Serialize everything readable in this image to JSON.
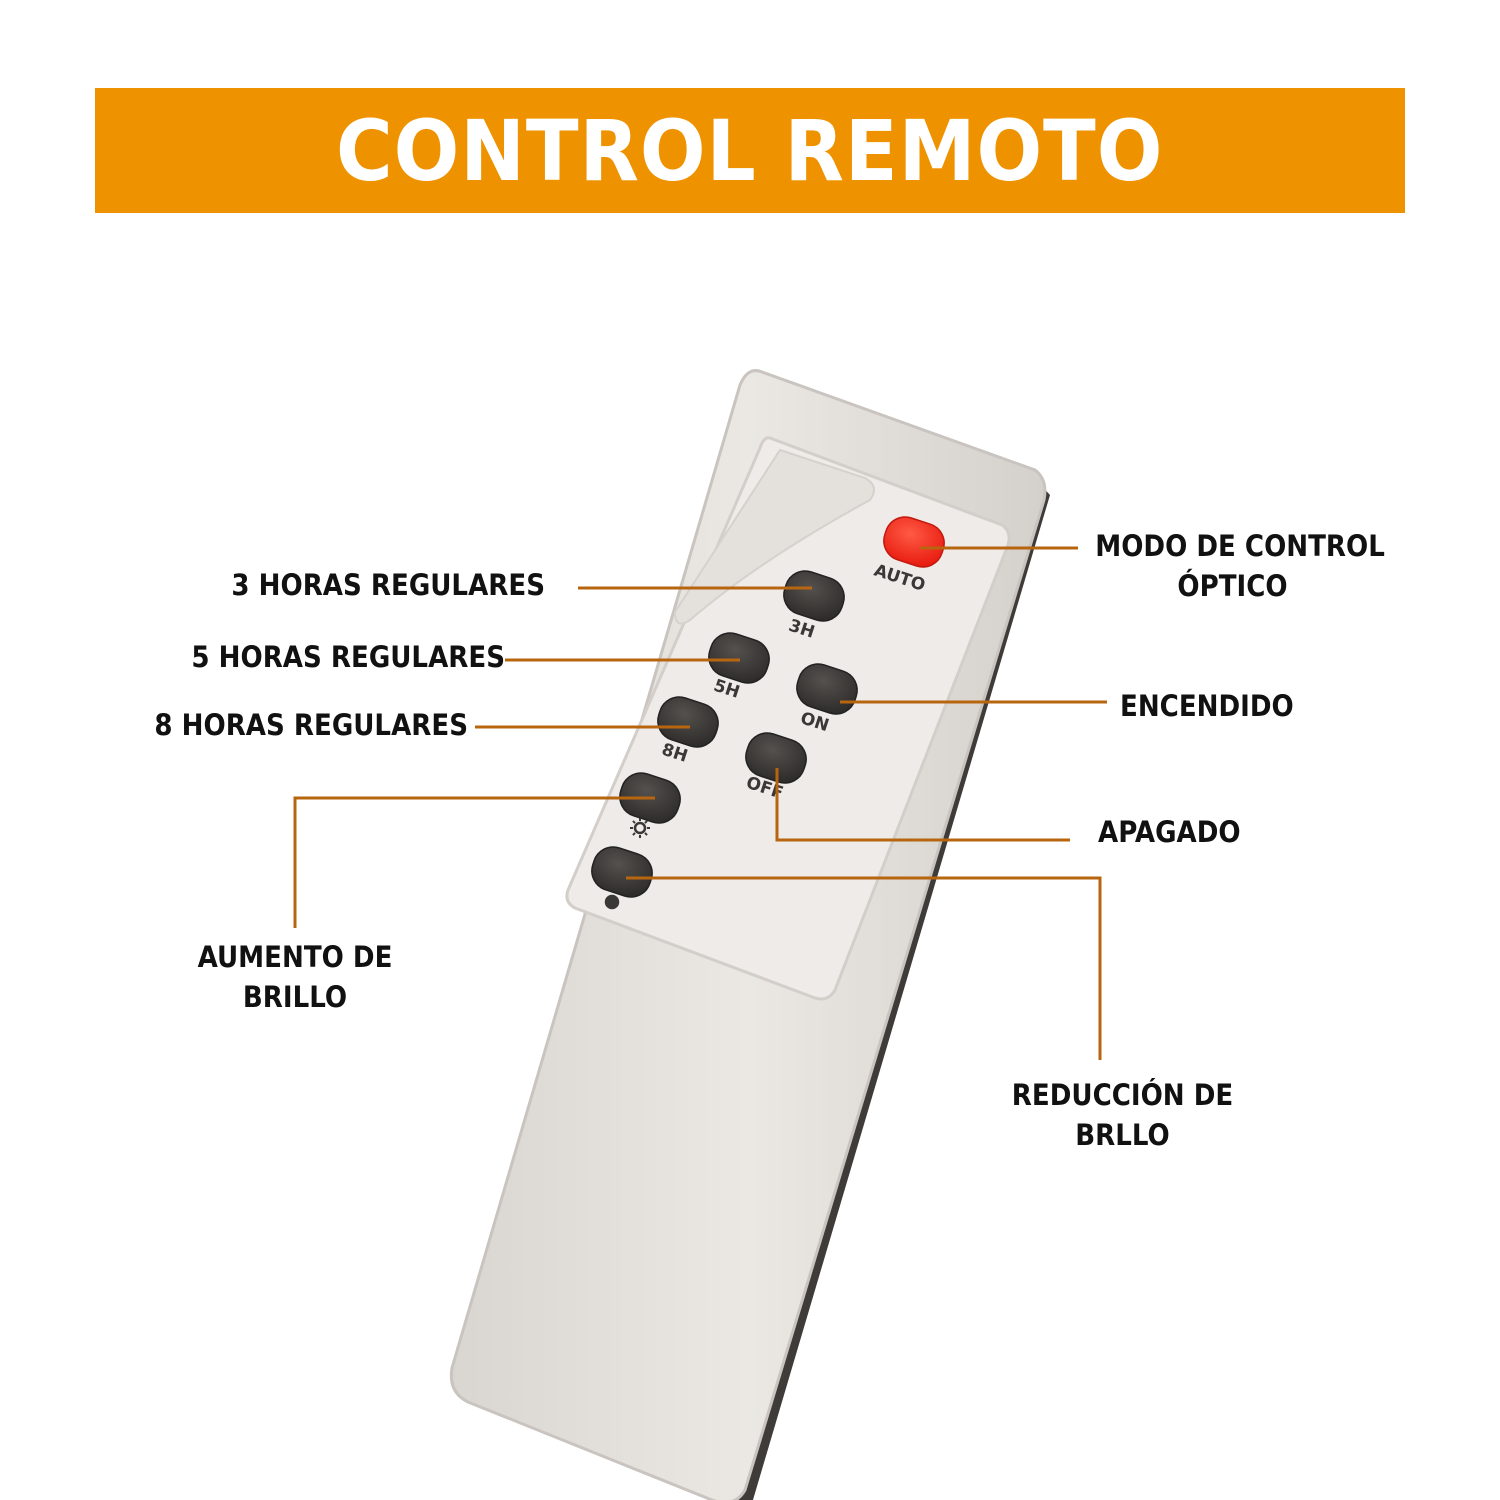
{
  "title": "CONTROL REMOTO",
  "colors": {
    "banner": "#EF9200",
    "leader": "#B8650F",
    "remote_body": "#E7E3DF",
    "button_dark": "#3A3836",
    "button_auto": "#FF2A1C"
  },
  "remote": {
    "buttons": [
      {
        "id": "auto",
        "label": "AUTO",
        "color": "button_auto"
      },
      {
        "id": "3h",
        "label": "3H"
      },
      {
        "id": "5h",
        "label": "5H"
      },
      {
        "id": "on",
        "label": "ON"
      },
      {
        "id": "8h",
        "label": "8H"
      },
      {
        "id": "off",
        "label": "OFF"
      },
      {
        "id": "bright-up",
        "label": "",
        "icon": "sun-icon"
      },
      {
        "id": "bright-down",
        "label": "",
        "icon": "dim-icon"
      }
    ]
  },
  "callouts": {
    "optical_mode": [
      "MODO DE CONTROL",
      "ÓPTICO"
    ],
    "three_hours": "3 HORAS REGULARES",
    "five_hours": "5 HORAS REGULARES",
    "eight_hours": "8 HORAS REGULARES",
    "on": "ENCENDIDO",
    "off": "APAGADO",
    "brightness_up": [
      "AUMENTO DE",
      "BRILLO"
    ],
    "brightness_down": [
      "REDUCCIÓN DE",
      "BRLLO"
    ]
  }
}
